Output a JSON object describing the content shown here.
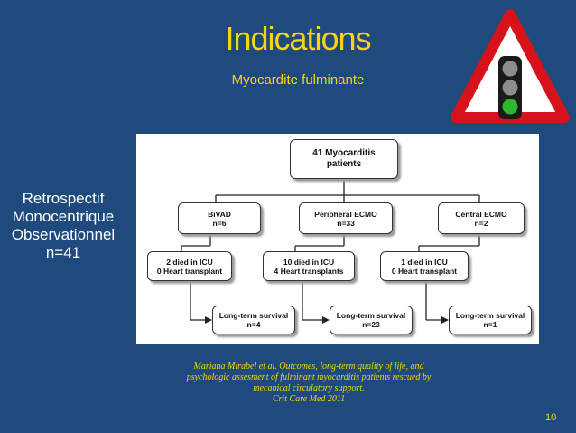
{
  "title": "Indications",
  "subtitle": "Myocardite fulminante",
  "study_design": [
    "Retrospectif",
    "Monocentrique",
    "Observationnel",
    "n=41"
  ],
  "flowchart": {
    "root": [
      "41 Myocarditis",
      "patients"
    ],
    "level1": [
      {
        "name": "BiVAD",
        "n": "n=6"
      },
      {
        "name": "Peripheral ECMO",
        "n": "n=33"
      },
      {
        "name": "Central ECMO",
        "n": "n=2"
      }
    ],
    "level2": [
      [
        "2 died in ICU",
        "0 Heart transplant"
      ],
      [
        "10 died in ICU",
        "4 Heart transplants"
      ],
      [
        "1 died in ICU",
        "0 Heart transplant"
      ]
    ],
    "level3": [
      {
        "name": "Long-term survival",
        "n": "n=4"
      },
      {
        "name": "Long-term survival",
        "n": "n=23"
      },
      {
        "name": "Long-term survival",
        "n": "n=1"
      }
    ]
  },
  "citation": [
    "Mariana Mirabel et al.  Outcomes, long-term quality of life, and",
    "psychologic assesment of fulminant myocarditis patients rescued by",
    "mecanical circulatory support.",
    "Crit Care Med 2011"
  ],
  "page_number": "10",
  "colors": {
    "background": "#1f4a7d",
    "accent_yellow": "#f5d60c",
    "sign_red": "#d8121a",
    "light_green": "#2fb62f",
    "light_off": "#8c8c8c"
  },
  "icon": "traffic-light-warning-sign-icon"
}
